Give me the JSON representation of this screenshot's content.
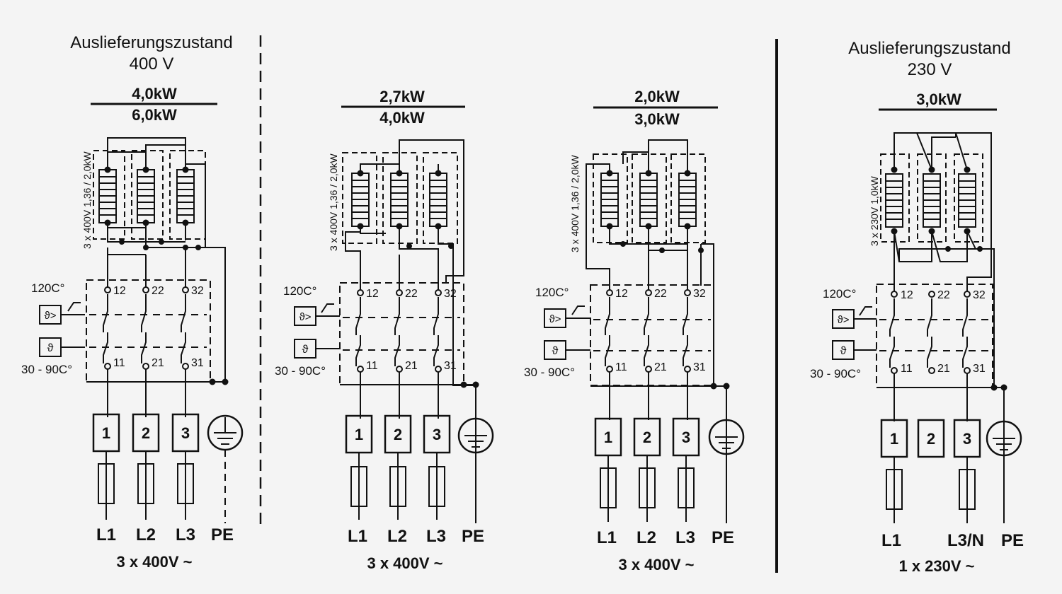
{
  "colors": {
    "ink": "#111111",
    "paper": "#f4f4f4"
  },
  "terminal_labels": [
    "1",
    "2",
    "3"
  ],
  "contact_numbers_top": [
    "12",
    "22",
    "32"
  ],
  "contact_numbers_bottom": [
    "11",
    "21",
    "31"
  ],
  "thermostat_high": "120C°",
  "thermostat_range": "30 - 90C°",
  "theta_overtemp_symbol": "ϑ>",
  "theta_symbol": "ϑ",
  "panels": [
    {
      "heading_line1": "Auslieferungszustand",
      "heading_line2": "400 V",
      "power_top": "4,0kW",
      "power_bottom": "6,0kW",
      "heater_rating": "3 x 400V  1,36 / 2,0kW",
      "line_labels": [
        "L1",
        "L2",
        "L3",
        "PE"
      ],
      "supply": "3 x 400V ~"
    },
    {
      "power_top": "2,7kW",
      "power_bottom": "4,0kW",
      "heater_rating": "3 x 400V  1,36 / 2,0kW",
      "line_labels": [
        "L1",
        "L2",
        "L3",
        "PE"
      ],
      "supply": "3 x 400V ~"
    },
    {
      "power_top": "2,0kW",
      "power_bottom": "3,0kW",
      "heater_rating": "3 x 400V  1,36 / 2,0kW",
      "line_labels": [
        "L1",
        "L2",
        "L3",
        "PE"
      ],
      "supply": "3 x 400V ~"
    },
    {
      "heading_line1": "Auslieferungszustand",
      "heading_line2": "230 V",
      "power_top": "3,0kW",
      "heater_rating": "3 x 230V  1,0kW",
      "line_labels": [
        "L1",
        "L3/N",
        "PE"
      ],
      "supply": "1 x 230V ~"
    }
  ]
}
